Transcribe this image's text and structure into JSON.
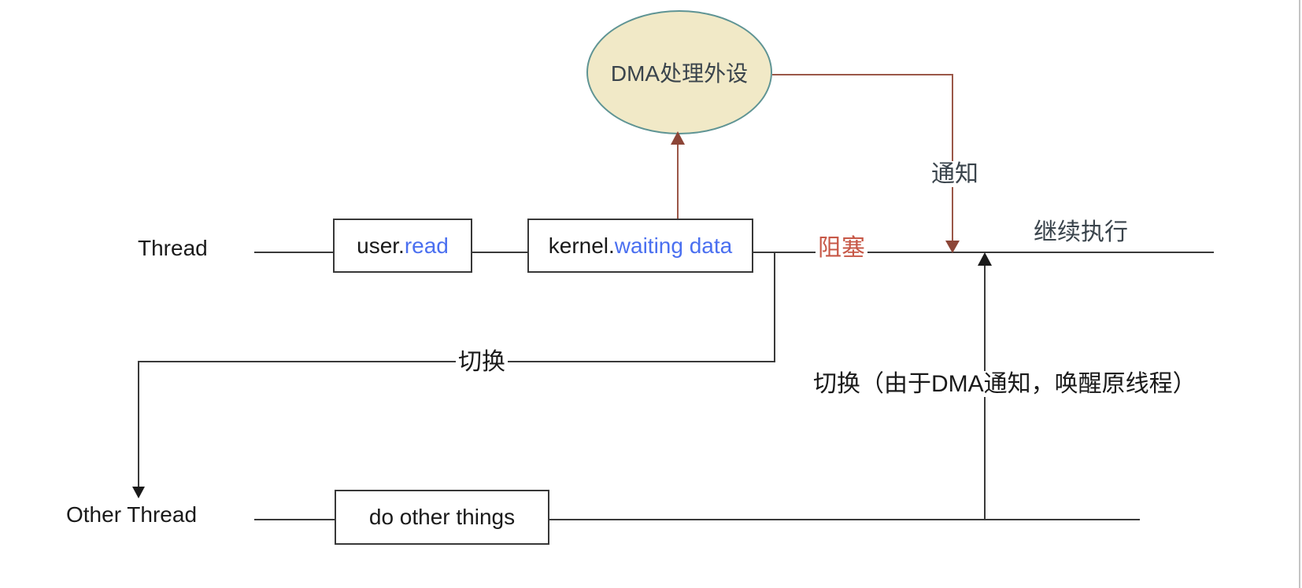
{
  "colors": {
    "line_black": "#3a3a3a",
    "connector_brown": "#9b5748",
    "arrowhead_brown": "#8c4537",
    "highlight_blue": "#4a6ff0",
    "blocked_red": "#c75847",
    "slate_text": "#3a444c",
    "ellipse_fill": "#f1e9c7",
    "ellipse_border": "#5f9494"
  },
  "nodes": {
    "dma_ellipse": "DMA处理外设",
    "thread_label": "Thread",
    "user_box_prefix": "user. ",
    "user_box_action": "read",
    "kernel_box_prefix": "kernel. ",
    "kernel_box_action": "waiting data",
    "other_thread_label": "Other Thread",
    "do_other_box": "do other things"
  },
  "labels": {
    "blocked": "阻塞",
    "notify": "通知",
    "continue_exec": "继续执行",
    "switch_away": "切换",
    "switch_back": "切换（由于DMA通知，唤醒原线程）"
  }
}
